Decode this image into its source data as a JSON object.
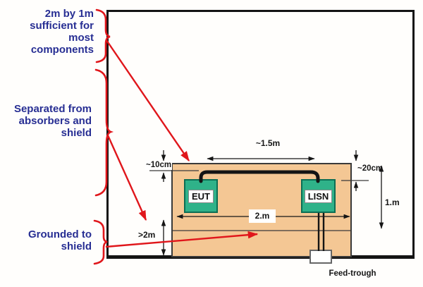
{
  "annotations": {
    "size_note": "2m by 1m\nsufficient for\nmost\ncomponents",
    "separation_note": "Separated from\nabsorbers and\nshield",
    "ground_note": "Grounded to\nshield"
  },
  "equipment": {
    "eut_label": "EUT",
    "lisn_label": "LISN",
    "feedthrough_label": "Feed-trough"
  },
  "dimensions": {
    "cable_span": "~1.5m",
    "cable_edge_offset": "~10cm",
    "box_edge_offset": "~20cm",
    "table_depth": "1.m",
    "table_width": "2.m",
    "clearance": ">2m"
  },
  "colors": {
    "annotation_blue": "#272e93",
    "callout_red": "#e0161b",
    "table_tan": "#f4c794",
    "equipment_green": "#2fb289",
    "line_black": "#141414",
    "background": "#fffefc"
  }
}
